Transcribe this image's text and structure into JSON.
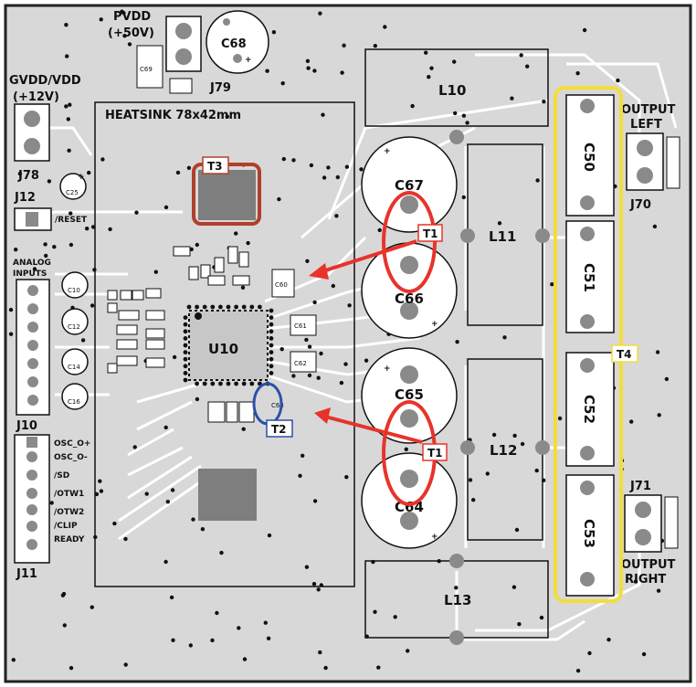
{
  "board": {
    "headers": {
      "pvdd": [
        "PVDD",
        "(+50V)"
      ],
      "gvdd": [
        "GVDD/VDD",
        "(+12V)"
      ],
      "j79": "J79",
      "j78": "J78",
      "j12": "J12",
      "reset": "/RESET",
      "analog_inputs": [
        "ANALOG",
        "INPUTS"
      ],
      "j10": "J10",
      "j11": "J11",
      "j11_pins": [
        "OSC_O+",
        "OSC_O-",
        "/SD",
        "/OTW1",
        "/OTW2",
        "/CLIP",
        "READY"
      ],
      "output_left": [
        "OUTPUT",
        "LEFT"
      ],
      "j70": "J70",
      "j71": "J71",
      "output_right": [
        "OUTPUT",
        "RIGHT"
      ]
    },
    "heatsink_label": "HEATSINK 78x42mm",
    "ic_label": "U10",
    "inductors": [
      "L10",
      "L11",
      "L12",
      "L13"
    ],
    "electrolytics": [
      "C67",
      "C66",
      "C65",
      "C64"
    ],
    "output_caps": [
      "C50",
      "C51",
      "C52",
      "C53"
    ],
    "small_caps": {
      "c68": "C68",
      "c25": "C25",
      "c10": "C10",
      "c12": "C12",
      "c14": "C14",
      "c16": "C16",
      "c60": "C60",
      "c61": "C61",
      "c62": "C62",
      "c63": "C63",
      "c69": "C69"
    },
    "callouts": {
      "t1_top": "T1",
      "t1_bottom": "T1",
      "t2": "T2",
      "t3": "T3",
      "t4": "T4"
    },
    "colors": {
      "board": "#d8d8d8",
      "outline": "#111111",
      "trace": "#ffffff",
      "pad": "#8a8a8a",
      "t1_marker": "#e8332a",
      "t2_marker": "#2c4fa8",
      "t3_marker": "#b0402b",
      "t4_marker": "#f2dd3c"
    }
  }
}
